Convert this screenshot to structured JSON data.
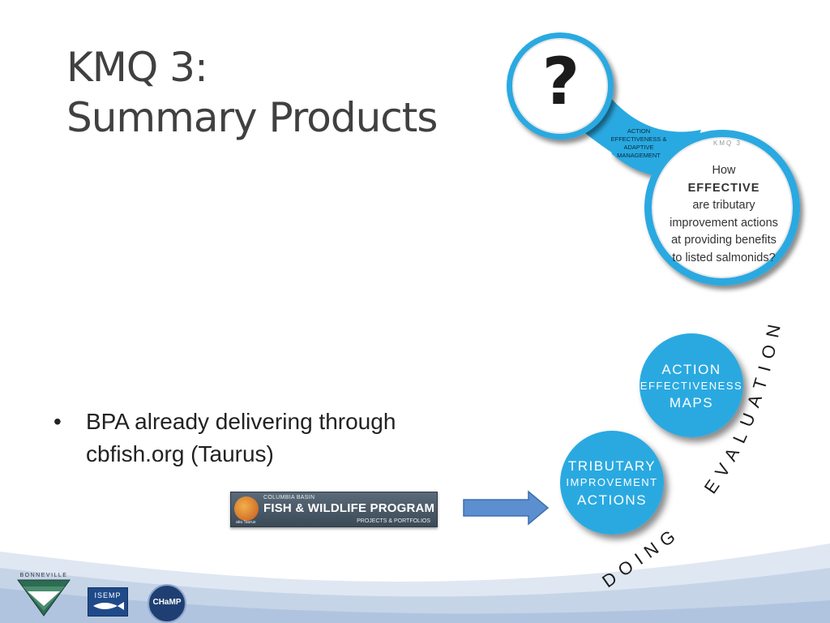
{
  "title": {
    "line1": "KMQ 3:",
    "line2": "Summary Products"
  },
  "bullet": {
    "marker": "•",
    "line1": "BPA already delivering through",
    "line2": "cbfish.org (Taurus)"
  },
  "banner": {
    "top_text": "COLUMBIA BASIN",
    "main_text": "FISH & WILDLIFE PROGRAM",
    "bottom_text": "PROJECTS & PORTFOLIOS",
    "tiny_text": "aka Taurus"
  },
  "kmq_graphic": {
    "question_mark": "?",
    "connector_lines": [
      "ACTION",
      "EFFECTIVENESS &",
      "ADAPTIVE",
      "MANAGEMENT"
    ],
    "kmq_label": "KMQ 3",
    "question_lines": [
      "How",
      "EFFECTIVE",
      "are tributary",
      "improvement actions",
      "at providing benefits",
      "to listed salmonids?"
    ]
  },
  "cycle_graphic": {
    "top_circle": [
      "ACTION",
      "EFFECTIVENESS",
      "MAPS"
    ],
    "bottom_circle": [
      "TRIBUTARY",
      "IMPROVEMENT",
      "ACTIONS"
    ],
    "arc_doing": "DOING",
    "arc_evaluation": "EVALUATION"
  },
  "footer": {
    "bonneville_text": "BONNEVILLE",
    "isemp_text": "ISEMP",
    "champ_text": "CHaMP"
  },
  "colors": {
    "accent_blue": "#29a9e1",
    "arrow_blue": "#5b8fcf",
    "wave_blue": "#c6d4e8"
  }
}
